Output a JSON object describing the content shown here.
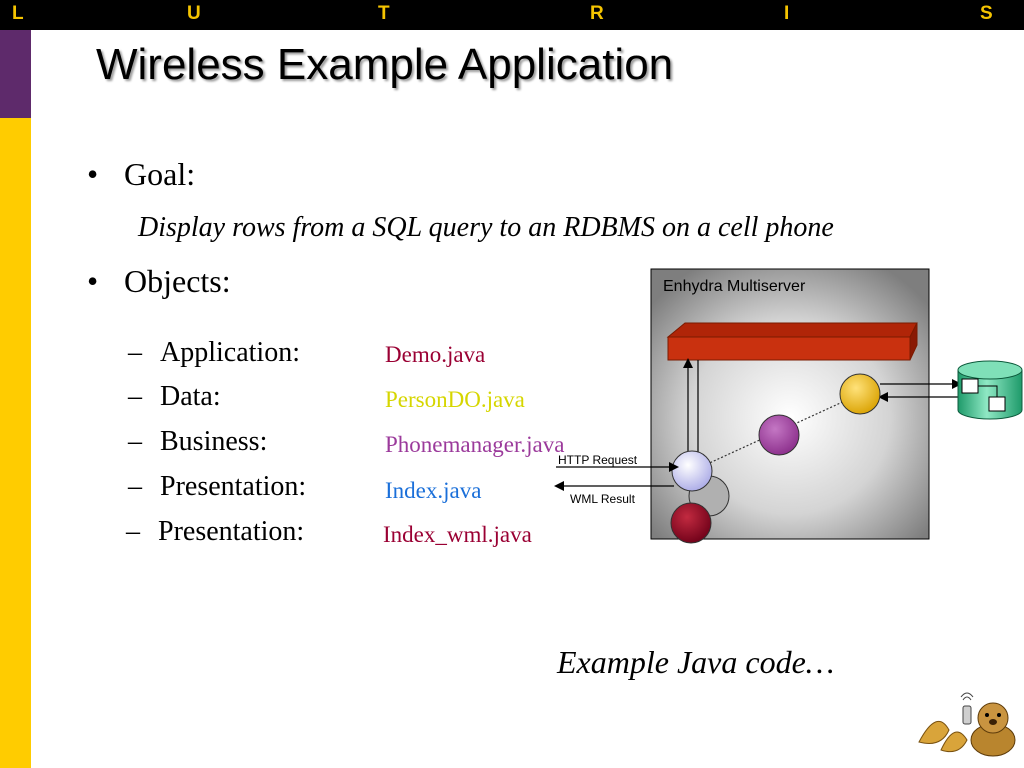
{
  "banner": {
    "letters": [
      "L",
      "U",
      "T",
      "R",
      "I",
      "S"
    ]
  },
  "title": "Wireless Example Application",
  "goal": {
    "label": "Goal:",
    "text": "Display rows from a SQL query to an RDBMS on a cell phone"
  },
  "objects": {
    "label": "Objects:",
    "items": [
      {
        "label": "Application:",
        "value": "Demo.java",
        "color": "#9a0033"
      },
      {
        "label": "Data:",
        "value": "PersonDO.java",
        "color": "#d6d600"
      },
      {
        "label": "Business:",
        "value": "Phonemanager.java",
        "color": "#9b3a9b"
      },
      {
        "label": "Presentation:",
        "value": "Index.java",
        "color": "#1a6fd9"
      },
      {
        "label": "Presentation:",
        "value": "Index_wml.java",
        "color": "#9a0033"
      }
    ]
  },
  "diagram": {
    "server_label": "Enhydra Multiserver",
    "request_label": "HTTP Request",
    "result_label": "WML Result"
  },
  "footer": {
    "text": "Example Java code…"
  }
}
